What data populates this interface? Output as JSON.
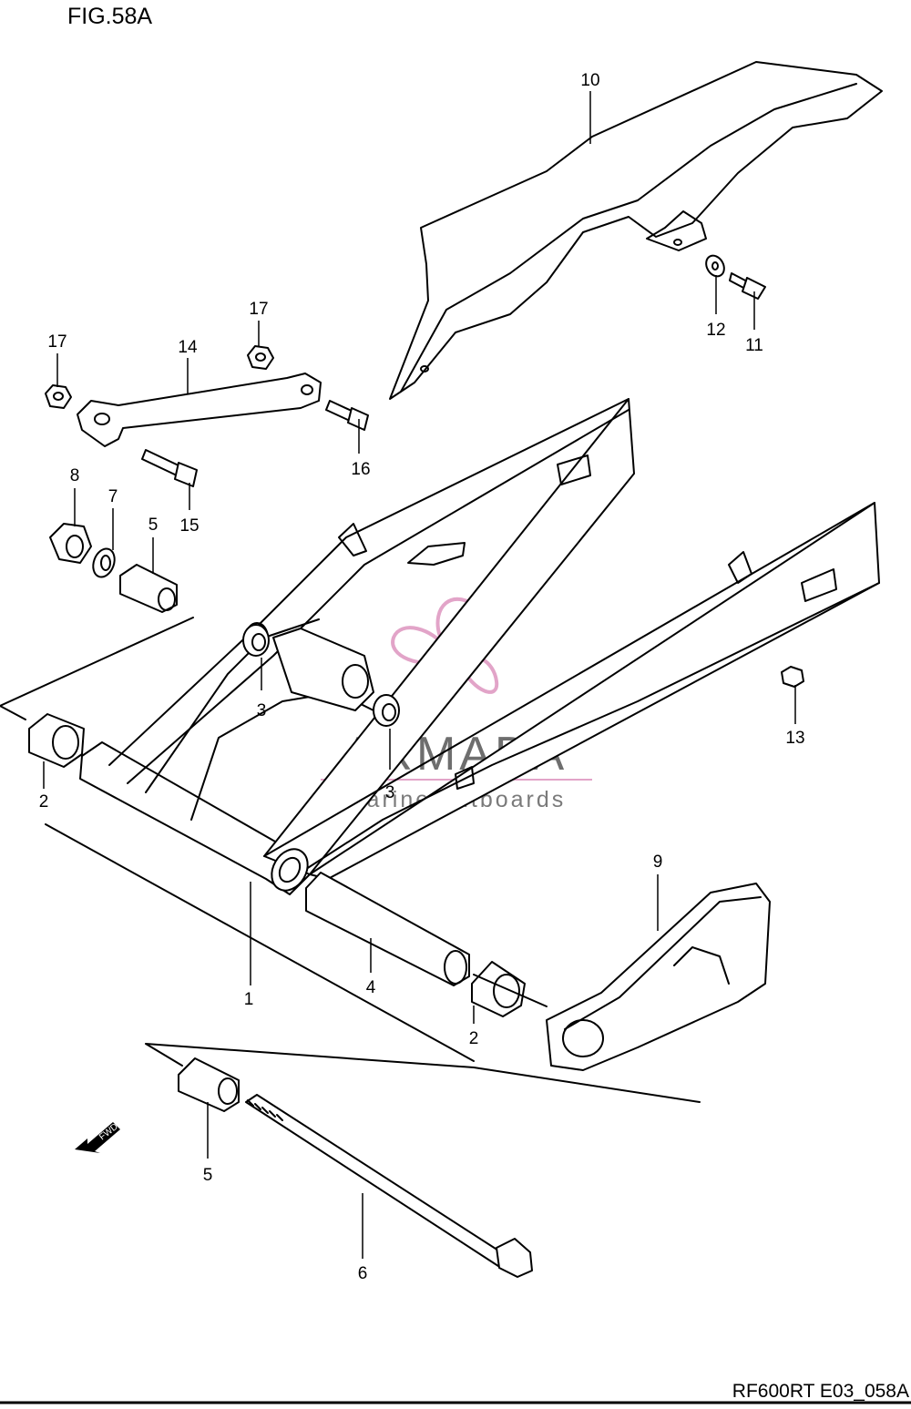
{
  "figure": {
    "title": "FIG.58A",
    "code": "RF600RT E03_058A"
  },
  "callouts": {
    "c1": "1",
    "c2a": "2",
    "c2b": "2",
    "c3a": "3",
    "c3b": "3",
    "c4": "4",
    "c5a": "5",
    "c5b": "5",
    "c6": "6",
    "c7": "7",
    "c8": "8",
    "c9": "9",
    "c10": "10",
    "c11": "11",
    "c12": "12",
    "c13": "13",
    "c14": "14",
    "c15": "15",
    "c16": "16",
    "c17a": "17",
    "c17b": "17"
  },
  "arrow": {
    "label": "FWD"
  },
  "watermark": {
    "brand": "ARMADA",
    "tagline": "marine outboards",
    "logo_color": "#e2a4c8"
  }
}
